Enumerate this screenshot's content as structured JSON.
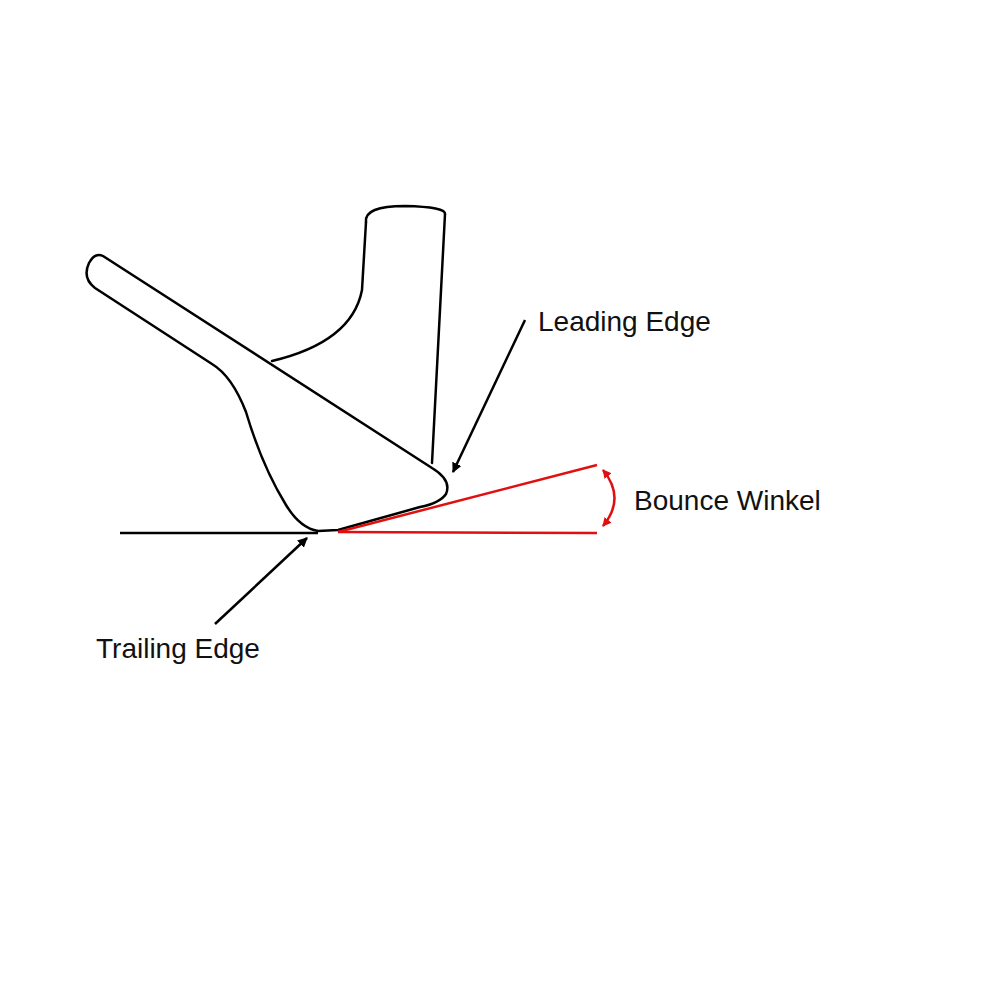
{
  "diagram": {
    "labels": [
      "Leading Edge",
      "Bounce Winkel",
      "Trailing Edge"
    ]
  }
}
